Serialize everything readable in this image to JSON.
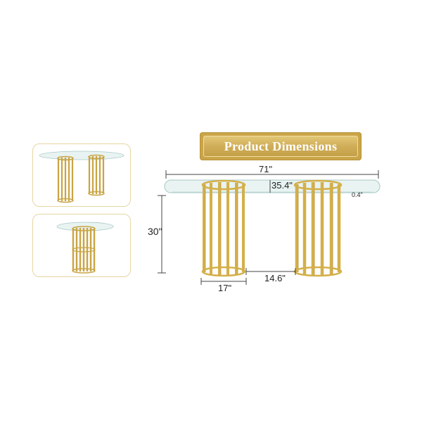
{
  "banner": {
    "title": "Product Dimensions"
  },
  "dimensions": {
    "length": "71\"",
    "width": "35.4\"",
    "thickness": "0.4\"",
    "height": "30\"",
    "base_diameter": "17\"",
    "base_gap": "14.6\""
  },
  "colors": {
    "gold": "#d4b04a",
    "gold_dark": "#b8923a",
    "glass": "#e6f2f1",
    "glass_edge": "#a9c9c6",
    "thumb_border": "#e6d6a3"
  }
}
